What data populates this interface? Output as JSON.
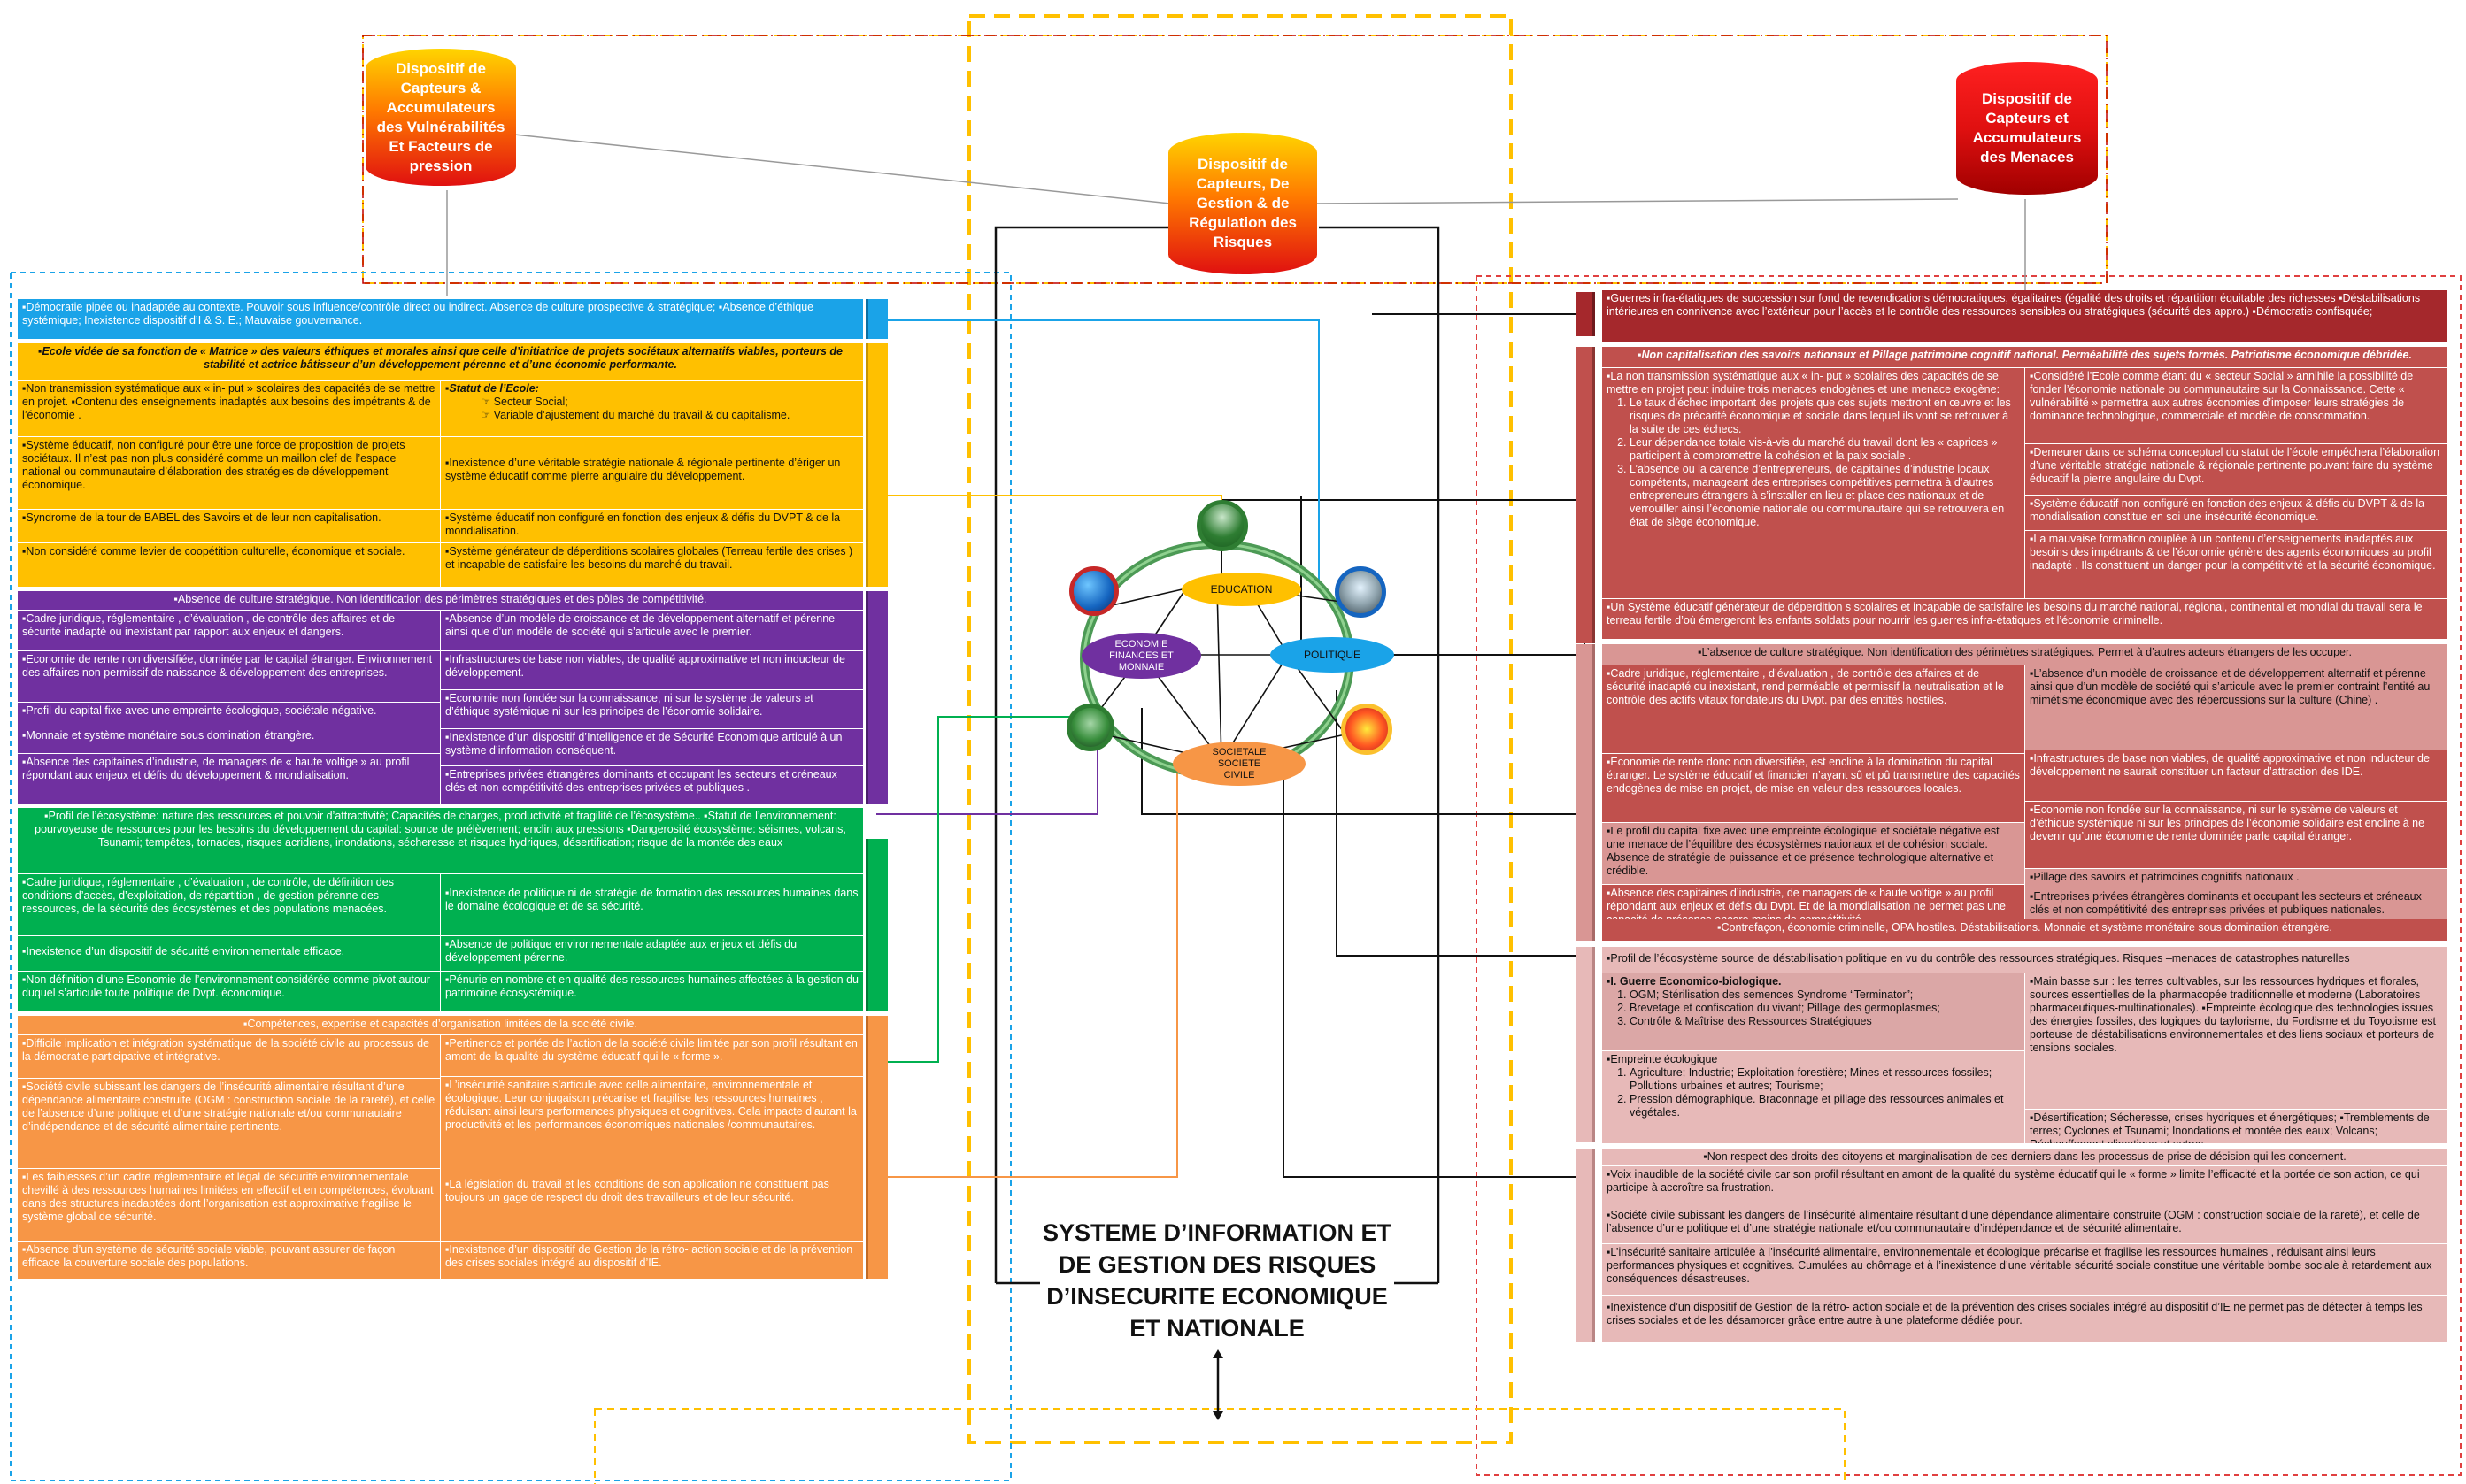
{
  "colors": {
    "blue": "#1aa3e8",
    "yellow": "#ffc000",
    "purple": "#7030a0",
    "green": "#00b050",
    "orange": "#f79646",
    "darkred": "#a5282c",
    "red": "#c0504d",
    "pink": "#e7b9b8",
    "salmon": "#d99694"
  },
  "cylinders": {
    "left": "Dispositif de Capteurs & Accumulateurs des Vulnérabilités Et Facteurs de pression",
    "center": "Dispositif de Capteurs, De Gestion & de Régulation des Risques",
    "right": "Dispositif de Capteurs et Accumulateurs des Menaces"
  },
  "system_title": "SYSTEME D’INFORMATION ET DE GESTION DES RISQUES D’INSECURITE ECONOMIQUE ET NATIONALE",
  "hub": {
    "education": "EDUCATION",
    "economie": "ECONOMIE FINANCES ET MONNAIE",
    "politique": "POLITIQUE",
    "societale": "SOCIETALE SOCIETE CIVILE"
  },
  "left": {
    "blue": "▪Démocratie pipée ou inadaptée au contexte. Pouvoir sous influence/contrôle direct ou indirect. Absence de culture prospective & stratégique; ▪Absence d’éthique systémique; Inexistence dispositif d’I & S. E.; Mauvaise gouvernance.",
    "yellow_head": "▪Ecole vidée de sa fonction de « Matrice » des valeurs éthiques et morales ainsi que celle d’initiatrice de projets sociétaux alternatifs viables, porteurs de stabilité et actrice bâtisseur d’un développement pérenne et d’une économie performante.",
    "yellow_l1": "▪Non transmission systématique aux « in- put » scolaires des capacités de se mettre en projet. ▪Contenu des enseignements inadaptés aux besoins des impétrants & de l’économie .",
    "yellow_l2": "▪Système éducatif, non configuré pour être une force de proposition de projets sociétaux. Il n’est pas non plus considéré comme un maillon clef de l’espace national ou communautaire d’élaboration des stratégies de développement économique.",
    "yellow_l3": "▪Syndrome de la tour de BABEL des Savoirs et de leur non capitalisation.",
    "yellow_l4": "▪Non considéré comme levier de coopétition culturelle, économique et sociale.",
    "yellow_r1_title": "▪Statut de l’Ecole:",
    "yellow_r1_a": "☞ Secteur Social;",
    "yellow_r1_b": "☞ Variable d’ajustement du marché du travail & du capitalisme.",
    "yellow_r2": "▪Inexistence d’une véritable stratégie nationale & régionale pertinente d’ériger un système éducatif comme pierre angulaire du développement.",
    "yellow_r3": "▪Système éducatif non configuré en fonction des enjeux & défis du DVPT & de la mondialisation.",
    "yellow_r4": "▪Système générateur de déperditions scolaires globales (Terreau fertile des crises ) et incapable de satisfaire les besoins du marché du travail.",
    "purple_head": "▪Absence de culture stratégique. Non identification des périmètres stratégiques et des pôles de compétitivité.",
    "purple_l1": "▪Cadre juridique, réglementaire , d’évaluation , de contrôle des affaires et de sécurité inadapté ou inexistant par rapport aux enjeux et dangers.",
    "purple_l2": "▪Economie de rente non diversifiée, dominée par le capital étranger. Environnement des affaires non permissif de naissance & développement des entreprises.",
    "purple_l3": "▪Profil du capital fixe avec une empreinte écologique, sociétale négative.",
    "purple_l4": "▪Monnaie et système monétaire sous domination étrangère.",
    "purple_l5": "▪Absence des capitaines d’industrie, de managers de « haute voltige » au profil répondant aux enjeux et défis du développement & mondialisation.",
    "purple_r1": "▪Absence d’un modèle de croissance et de développement alternatif et pérenne ainsi que d’un modèle de société qui s’articule avec le premier.",
    "purple_r2": "▪Infrastructures de base non viables, de qualité approximative et non inducteur de développement.",
    "purple_r3": "▪Economie non fondée sur la connaissance, ni sur le système de valeurs et d’éthique systémique ni sur les principes de l’économie solidaire.",
    "purple_r4": "▪Inexistence d’un dispositif d’Intelligence et de Sécurité Economique articulé à un système d’information conséquent.",
    "purple_r5": "▪Entreprises privées étrangères dominants et occupant les secteurs et créneaux clés et non compétitivité des entreprises privées et publiques .",
    "green_head": "▪Profil de l’écosystème: nature des ressources et pouvoir d’attractivité; Capacités de charges, productivité et fragilité de l’écosystème.. ▪Statut de l’environnement: pourvoyeuse de ressources pour les besoins du développement du capital: source de prélèvement; enclin aux pressions ▪Dangerosité écosystème: séismes, volcans, Tsunami; tempêtes, tornades, risques acridiens, inondations, sécheresse et risques hydriques, désertification; risque de la montée des eaux",
    "green_l1": "▪Cadre juridique, réglementaire , d’évaluation , de contrôle, de définition des conditions d’accès, d’exploitation, de répartition , de gestion pérenne des ressources, de la sécurité des écosystèmes et des populations menacées.",
    "green_l2": "▪Inexistence d’un dispositif de sécurité environnementale efficace.",
    "green_l3": "▪Non définition d’une Economie de l’environnement considérée comme pivot autour duquel s’articule toute politique de Dvpt. économique.",
    "green_r1": "▪Inexistence de politique ni de stratégie de formation des ressources humaines dans le domaine écologique et de sa sécurité.",
    "green_r2": "▪Absence de politique environnementale adaptée aux enjeux et défis du développement pérenne.",
    "green_r3": "▪Pénurie en nombre et en qualité des ressources humaines affectées à la gestion du patrimoine écosystémique.",
    "orange_head": "▪Compétences, expertise et capacités d’organisation limitées de la société civile.",
    "orange_l1": "▪Difficile implication et intégration systématique de la société civile au processus de la démocratie participative et intégrative.",
    "orange_l2": "▪Société civile subissant les dangers de l’insécurité alimentaire résultant d’une dépendance alimentaire construite (OGM : construction sociale de la rareté), et celle de l’absence d’une politique et d’une stratégie nationale et/ou communautaire d’indépendance et de sécurité alimentaire pertinente.",
    "orange_l3": "▪Les faiblesses d’un cadre réglementaire et légal de sécurité environnementale chevillé à des ressources humaines limitées en effectif et en compétences, évoluant dans des structures inadaptées dont l’organisation est approximative fragilise le système global de sécurité.",
    "orange_l4": "▪Absence d’un système de sécurité sociale viable, pouvant assurer de façon efficace la couverture sociale des populations.",
    "orange_r1": "▪Pertinence et portée de l’action de la société civile limitée par son profil résultant en amont de la qualité du système éducatif qui le « forme ».",
    "orange_r2": "▪L’insécurité sanitaire s’articule avec celle alimentaire, environnementale et écologique. Leur conjugaison précarise et fragilise les ressources humaines , réduisant ainsi leurs performances physiques et cognitives. Cela impacte d’autant la productivité et les performances économiques nationales /communautaires.",
    "orange_r3": "▪La législation du travail et les conditions de son application ne constituent pas toujours un gage de respect du droit des travailleurs et de leur sécurité.",
    "orange_r4": "▪Inexistence d’un dispositif de Gestion de la rétro- action sociale et de la prévention des crises sociales intégré au dispositif d’IE."
  },
  "right": {
    "dark": "▪Guerres infra-étatiques de succession sur fond de revendications démocratiques, égalitaires (égalité des droits et répartition équitable des richesses ▪Déstabilisations intérieures en connivence avec l’extérieur pour l’accès et le contrôle des ressources sensibles ou stratégiques (sécurité des appro.) ▪Démocratie confisquée;",
    "red_head": "▪Non capitalisation des savoirs nationaux et Pillage patrimoine cognitif national. Perméabilité des sujets formés. Patriotisme économique débridée.",
    "red_l_intro": "▪La non transmission systématique aux « in- put » scolaires des capacités de se mettre en projet peut induire trois menaces endogènes et une menace exogène:",
    "red_l_i1": "Le taux d’échec important des projets que ces sujets mettront en œuvre et les risques de précarité économique et sociale dans lequel ils vont se retrouver à la suite de ces échecs.",
    "red_l_i2": "Leur dépendance totale vis-à-vis du marché du travail dont les « caprices » participent à compromettre la cohésion et la paix sociale .",
    "red_l_i3": "L’absence ou la carence d’entrepreneurs, de capitaines d’industrie locaux compétents, manageant des entreprises compétitives permettra à d’autres entrepreneurs étrangers à s’installer en lieu et place des nationaux et de verrouiller ainsi l’économie nationale ou communautaire qui se retrouvera en état de siège économique.",
    "red_r1": "▪Considéré l’Ecole comme étant du « secteur Social » annihile la possibilité de fonder l’économie nationale ou communautaire sur la Connaissance. Cette « vulnérabilité » permettra aux autres économies d’imposer leurs stratégies de dominance technologique, commerciale et modèle de consommation.",
    "red_r2": "▪Demeurer dans ce schéma conceptuel du statut de l’école empêchera l’élaboration d’une véritable stratégie nationale & régionale pertinente pouvant faire du système éducatif la pierre angulaire du Dvpt.",
    "red_r3": "▪Système éducatif non configuré en fonction des enjeux & défis du DVPT & de la mondialisation constitue en soi une insécurité économique.",
    "red_r4": "▪La mauvaise formation couplée à un contenu d’enseignements inadaptés aux besoins des impétrants & de l’économie génère des agents économiques au profil inadapté . Ils constituent un danger pour la compétitivité et la sécurité économique.",
    "red_foot": "▪Un Système éducatif générateur de déperdition s scolaires et incapable de satisfaire les besoins du marché national, régional, continental et mondial du travail sera le terreau fertile d’où émergeront les enfants soldats pour nourrir les guerres infra-étatiques et l’économie criminelle.",
    "salmon_head": "▪L’absence de culture stratégique. Non identification des périmètres stratégiques. Permet à d’autres acteurs étrangers de les occuper.",
    "salmon_l1": "▪Cadre juridique, réglementaire , d’évaluation , de contrôle des affaires et de sécurité inadapté ou inexistant, rend perméable et permissif la neutralisation et le contrôle des actifs vitaux fondateurs du Dvpt. par des entités hostiles.",
    "salmon_l2": "▪Economie de rente donc non diversifiée, est encline à la domination du capital étranger. Le système éducatif et financier n’ayant sû et pû transmettre des capacités endogènes de mise en projet, de mise en valeur des ressources locales.",
    "salmon_l3": "▪Le profil du capital fixe avec une empreinte écologique et sociétale négative est une menace de l’équilibre des écosystèmes nationaux et de cohésion sociale. Absence de stratégie de puissance et de présence technologique alternative et crédible.",
    "salmon_l4": "▪Absence des capitaines d’industrie, de managers de « haute voltige » au profil répondant aux enjeux et défis du Dvpt. Et de la mondialisation ne permet pas une capacité de présence encore moins de compétitivité.",
    "salmon_r1": "▪L’absence d’un modèle de croissance et de développement alternatif et pérenne ainsi que d’un modèle de société qui s’articule avec le premier contraint l’entité au mimétisme économique avec des répercussions sur la culture (Chine) .",
    "salmon_r2": "▪Infrastructures de base non viables, de qualité approximative et non inducteur de développement ne saurait constituer un facteur d’attraction des IDE.",
    "salmon_r3": "▪Economie non fondée sur la connaissance, ni sur le système de valeurs et d’éthique systémique ni sur les principes de l’économie solidaire est encline à ne devenir qu’une économie de rente dominée parle capital étranger.",
    "salmon_r4": "▪Pillage des savoirs et patrimoines cognitifs nationaux .",
    "salmon_r5": "▪Entreprises privées étrangères dominants et occupant les secteurs et créneaux clés et non compétitivité des entreprises privées et publiques nationales.",
    "salmon_foot": "▪Contrefaçon, économie criminelle, OPA hostiles. Déstabilisations. Monnaie et système monétaire sous domination étrangère.",
    "eco_head": "▪Profil de l’écosystème source de déstabilisation politique en vu du contrôle des ressources stratégiques. Risques –menaces de catastrophes naturelles",
    "eco_l1_title": "▪I. Guerre Economico-biologique.",
    "eco_l1_i1": "OGM; Stérilisation des semences Syndrome “Terminator”;",
    "eco_l1_i2": "Brevetage et confiscation du vivant; Pillage des germoplasmes;",
    "eco_l1_i3": "Contrôle & Maîtrise des Ressources Stratégiques",
    "eco_l2_title": "▪Empreinte écologique",
    "eco_l2_i1": "Agriculture; Industrie; Exploitation forestière; Mines et ressources fossiles; Pollutions urbaines et autres; Tourisme;",
    "eco_l2_i2": "Pression démographique. Braconnage et pillage des ressources animales et végétales.",
    "eco_r1": "▪Main basse sur : les terres cultivables, sur les ressources hydriques et florales, sources essentielles de la pharmacopée traditionnelle et moderne (Laboratoires pharmaceutiques-multinationales). ▪Empreinte écologique des technologies issues des énergies fossiles, des logiques du taylorisme, du Fordisme et du Toyotisme est porteuse de déstabilisations environnementales et des liens sociaux et porteurs de tensions sociales.",
    "eco_r2": "▪Désertification; Sécheresse, crises hydriques et énergétiques; ▪Tremblements de terres; Cyclones et Tsunami; Inondations et montée des eaux; Volcans; Réchauffement climatique et autres.",
    "soc_head": "▪Non respect des droits des citoyens et marginalisation de ces derniers dans les processus de prise de décision qui les concernent.",
    "soc_1": "▪Voix inaudible de la société civile car son profil résultant en amont de la qualité du système éducatif qui le « forme » limite l’efficacité et la portée de son action, ce qui participe à accroître sa frustration.",
    "soc_2": "▪Société civile subissant les dangers de l’insécurité alimentaire résultant d’une dépendance alimentaire construite (OGM : construction sociale de la rareté), et celle de l’absence d’une politique et d’une stratégie nationale et/ou communautaire d’indépendance et de sécurité alimentaire.",
    "soc_3": "▪L’insécurité sanitaire articulée à l’insécurité alimentaire, environnementale et écologique précarise et fragilise les ressources humaines , réduisant ainsi leurs performances physiques et cognitives. Cumulées au chômage et à l’inexistence d’une véritable sécurité sociale constitue une véritable bombe sociale à retardement aux conséquences désastreuses.",
    "soc_4": "▪Inexistence d’un dispositif de Gestion de la rétro- action sociale et de la prévention des crises sociales intégré au dispositif d’IE ne permet pas de détecter à temps les crises sociales et de les désamorcer grâce entre autre à une plateforme dédiée pour."
  }
}
